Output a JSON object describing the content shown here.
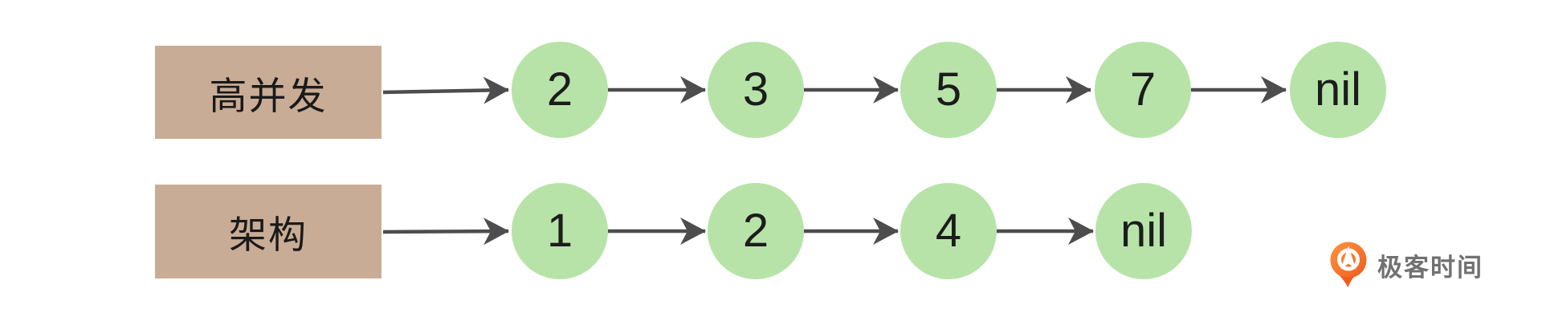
{
  "diagram_title": "linked-lists",
  "colors": {
    "background": "#ffffff",
    "label_box_fill": "#c9ac95",
    "node_fill": "#b7e3a9",
    "arrow": "#4d4d4d",
    "node_text": "#1c1c1c",
    "logo_orange": "#f26d21",
    "logo_orange_light": "#ff9440",
    "logo_text_color": "#717171"
  },
  "lists": [
    {
      "label": "高并发",
      "nodes": [
        "2",
        "3",
        "5",
        "7",
        "nil"
      ]
    },
    {
      "label": "架构",
      "nodes": [
        "1",
        "2",
        "4",
        "nil"
      ]
    }
  ],
  "logo": {
    "text": "极客时间",
    "icon": "geektime-pin-icon"
  }
}
